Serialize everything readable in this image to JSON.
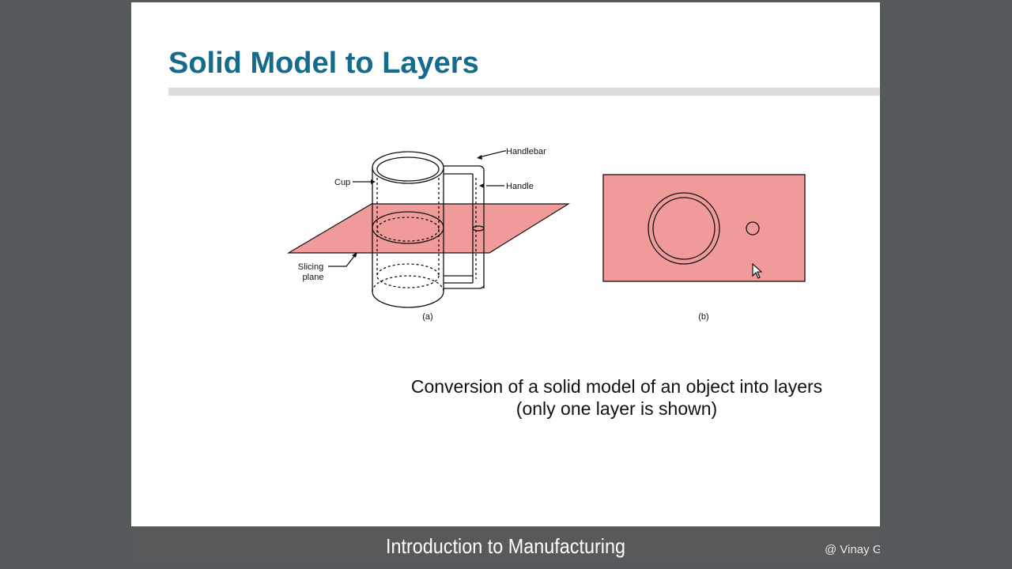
{
  "slide": {
    "title": "Solid Model to Layers",
    "caption_line1": "Conversion of a solid model of an object into layers",
    "caption_line2": "(only one layer is shown)"
  },
  "figure": {
    "labels": {
      "handlebar": "Handlebar",
      "cup": "Cup",
      "handle": "Handle",
      "slicing_line1": "Slicing",
      "slicing_line2": "plane",
      "panel_a": "(a)",
      "panel_b": "(b)"
    },
    "colors": {
      "slice_fill": "#f09a9a",
      "line": "#111111"
    }
  },
  "footer": {
    "title": "Introduction to Manufacturing",
    "credit": "@ Vinay G"
  },
  "colors": {
    "title": "#146b8c",
    "background": "#54595c",
    "footer": "#58595b"
  }
}
